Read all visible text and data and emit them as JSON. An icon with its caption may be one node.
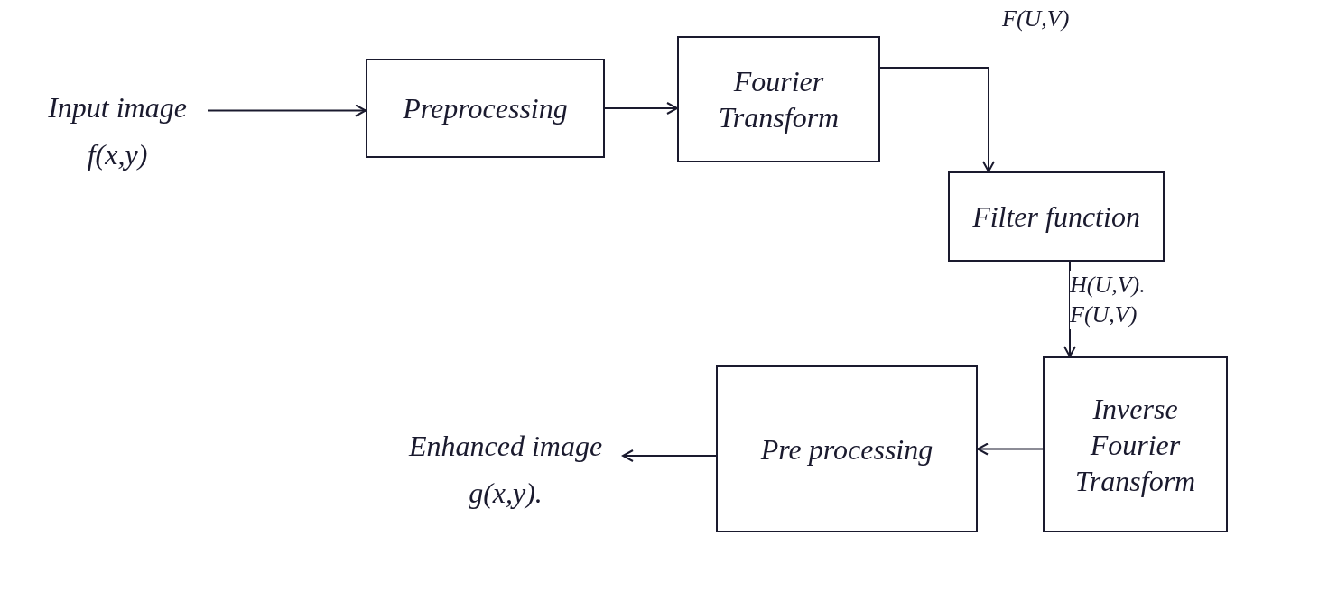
{
  "diagram": {
    "nodes": [
      {
        "text": [
          "Input image",
          "f(x,y)"
        ]
      },
      {
        "text": [
          "Preprocessing"
        ]
      },
      {
        "text": [
          "Fourier Transform"
        ]
      },
      {
        "text": [
          "Filter function"
        ]
      },
      {
        "text": [
          "Inverse Fourier Transform"
        ]
      },
      {
        "text": [
          "Pre processing"
        ]
      },
      {
        "text": [
          "Enhanced image",
          "g(x,y)."
        ]
      }
    ],
    "edges": [
      {
        "from": 0,
        "to": 1,
        "arrow": "to"
      },
      {
        "from": 1,
        "to": 2,
        "arrow": "to"
      },
      {
        "from": 2,
        "to": 3,
        "arrow": "to",
        "label": "F(U,V)"
      },
      {
        "from": 3,
        "to": 4,
        "arrow": "to",
        "label": "H(U,V). F(U,V)"
      },
      {
        "from": 4,
        "to": 5,
        "arrow": "to"
      },
      {
        "from": 5,
        "to": 6,
        "arrow": "to"
      }
    ]
  }
}
